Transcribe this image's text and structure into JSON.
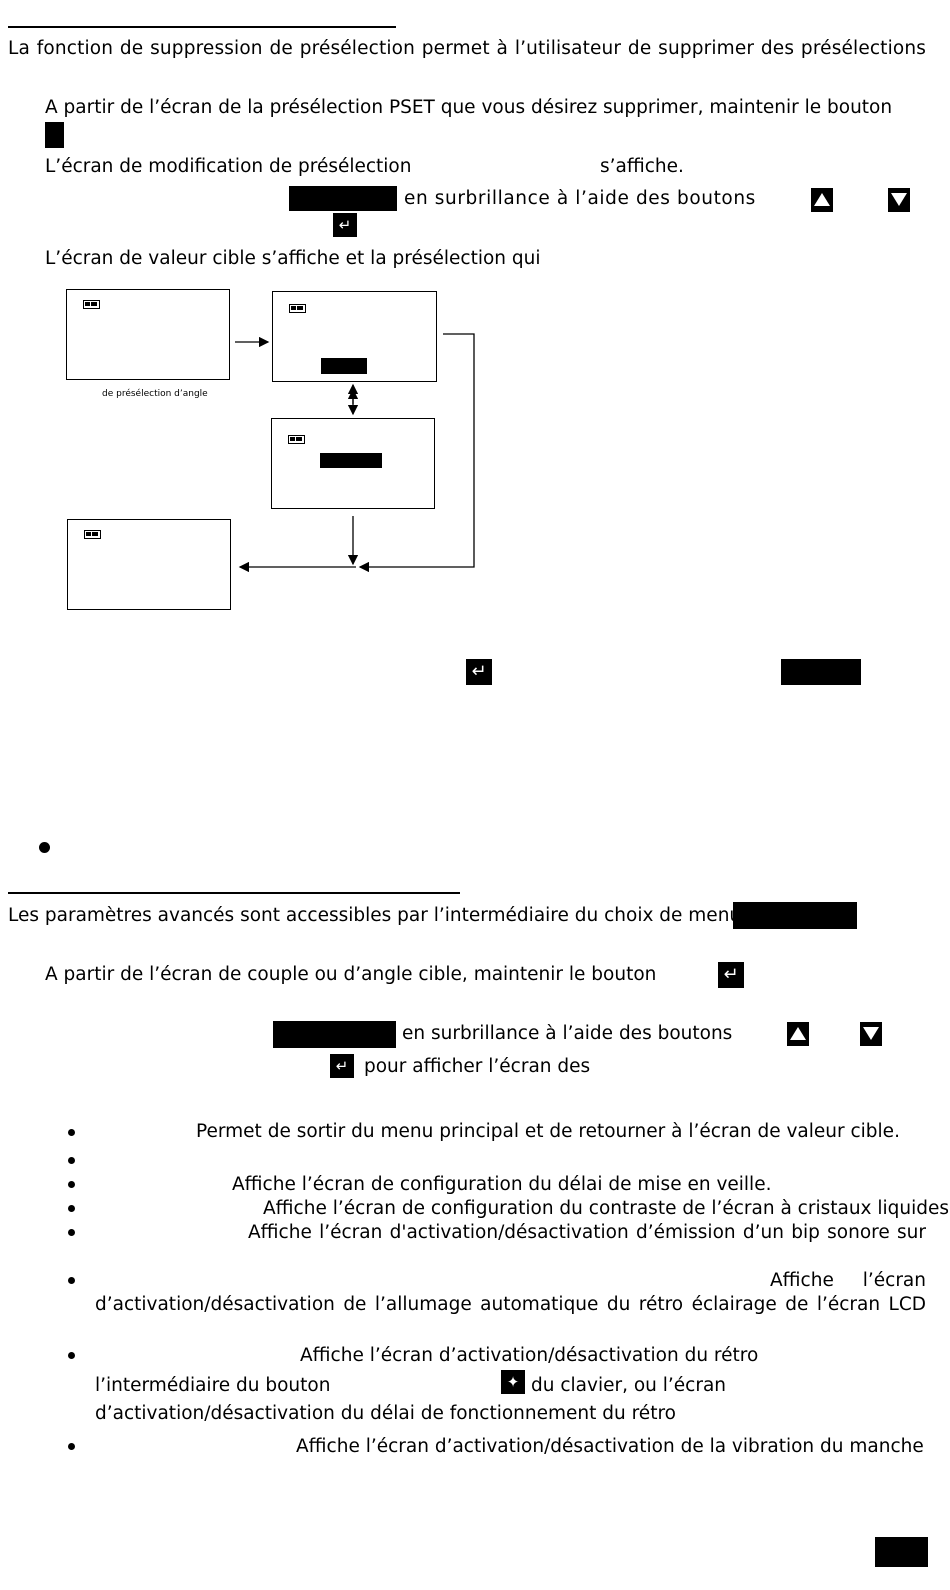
{
  "section1": {
    "intro": "La fonction de suppression de présélection permet à l’utilisateur de supprimer des présélections",
    "step1": "A partir de l’écran de la présélection PSET que vous désirez supprimer, maintenir le bouton",
    "step2a": "L’écran de modification de présélection",
    "step2b": "s’affiche.",
    "step3": "en surbrillance à l’aide des boutons",
    "step4": "L’écran de valeur cible s’affiche et la présélection qui",
    "diagram_caption": "de présélection d’angle"
  },
  "section2": {
    "intro": "Les paramètres avancés sont accessibles par l’intermédiaire du choix de menu",
    "step1": "A partir de l’écran de couple ou d’angle cible, maintenir le bouton",
    "step2": "en surbrillance à l’aide des boutons",
    "step3": "pour afficher l’écran des",
    "bullets": {
      "b1": "Permet de sortir du menu principal et de retourner à l’écran de valeur cible.",
      "b3": "Affiche l’écran de configuration du délai de mise en veille.",
      "b4": "Affiche l’écran de configuration du contraste de l’écran à cristaux liquides.",
      "b5": "Affiche l’écran d'activation/désactivation d’émission d’un bip sonore sur",
      "b6a": "Affiche l’écran",
      "b6b": "d’activation/désactivation de l’allumage automatique du rétro éclairage de l’écran LCD",
      "b7a": "Affiche l’écran d’activation/désactivation du rétro",
      "b7b": "l’intermédiaire du bouton",
      "b7c": "du clavier, ou l’écran",
      "b7d": "d’activation/désactivation du délai de fonctionnement du rétro",
      "b8": "Affiche l’écran d’activation/désactivation de la vibration du manche"
    }
  },
  "icons": {
    "enter": "enter-key-icon",
    "up": "up-arrow-key-icon",
    "down": "down-arrow-key-icon",
    "battery": "battery-icon",
    "light": "backlight-key-icon"
  }
}
